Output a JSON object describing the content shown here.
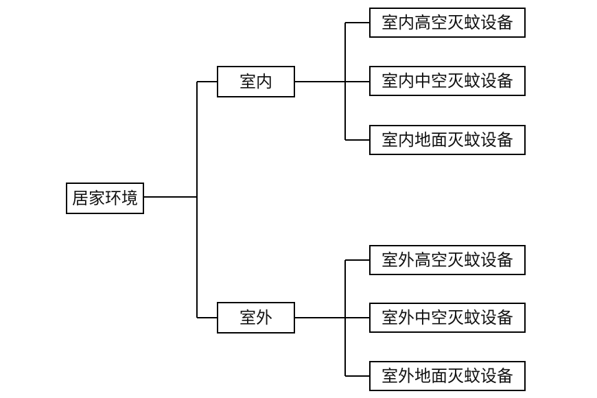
{
  "diagram": {
    "root": {
      "label": "居家环境"
    },
    "indoor": {
      "label": "室内",
      "children": [
        "室内高空灭蚊设备",
        "室内中空灭蚊设备",
        "室内地面灭蚊设备"
      ]
    },
    "outdoor": {
      "label": "室外",
      "children": [
        "室外高空灭蚊设备",
        "室外中空灭蚊设备",
        "室外地面灭蚊设备"
      ]
    },
    "colors": {
      "line": "#000000",
      "box_border": "#000000",
      "background": "#ffffff"
    }
  }
}
